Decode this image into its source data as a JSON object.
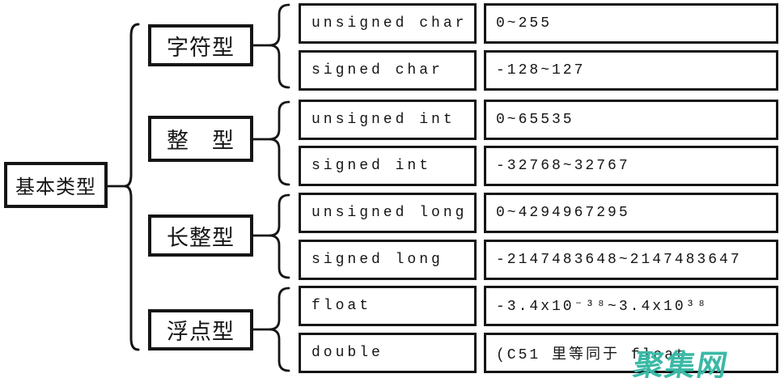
{
  "root": {
    "label": "基本类型"
  },
  "groups": [
    {
      "category": "字符型",
      "rows": [
        {
          "type": "unsigned char",
          "range": "0~255"
        },
        {
          "type": "signed char",
          "range": "-128~127"
        }
      ]
    },
    {
      "category": "整　型",
      "rows": [
        {
          "type": "unsigned int",
          "range": "0~65535"
        },
        {
          "type": "signed int",
          "range": "-32768~32767"
        }
      ]
    },
    {
      "category": "长整型",
      "rows": [
        {
          "type": "unsigned long",
          "range": "0~4294967295"
        },
        {
          "type": "signed long",
          "range": "-2147483648~2147483647"
        }
      ]
    },
    {
      "category": "浮点型",
      "rows": [
        {
          "type": "float",
          "range": "-3.4x10⁻³⁸~3.4x10³⁸"
        },
        {
          "type": "double",
          "range": "(C51 里等同于 float"
        }
      ]
    }
  ],
  "watermark": {
    "text": "聚集网",
    "color": "#3ab9a6"
  }
}
